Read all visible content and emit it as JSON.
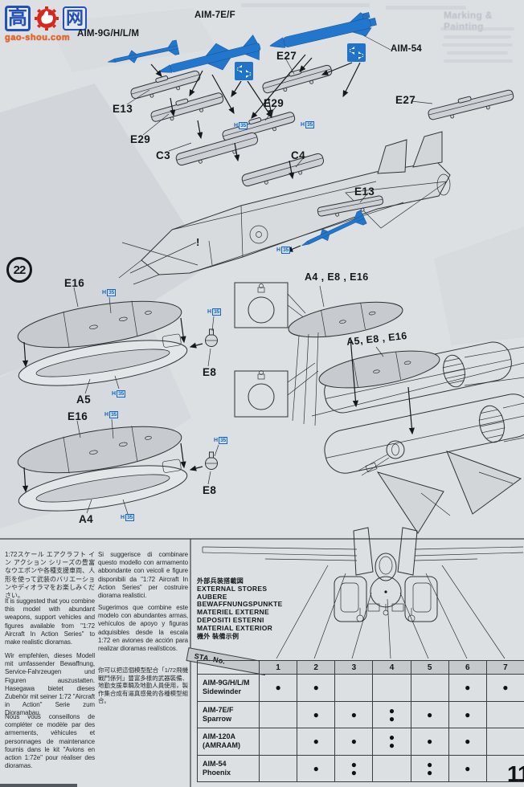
{
  "page": {
    "number": "11"
  },
  "watermark": {
    "char1": "高",
    "char2": "网",
    "site": "gao-shou.com"
  },
  "ghost": {
    "title": "Marking & Painting"
  },
  "paint": {
    "h": "H",
    "code": "35"
  },
  "step": {
    "number": "22"
  },
  "marks": {
    "exclamation": "!"
  },
  "missiles": {
    "aim9": "AIM-9G/H/L/M",
    "aim7": "AIM-7E/F",
    "aim54": "AIM-54"
  },
  "parts": {
    "e13a": "E13",
    "e27a": "E27",
    "e27b": "E27",
    "e29a": "E29",
    "e29b": "E29",
    "c3": "C3",
    "c4": "C4",
    "e13b": "E13",
    "e16a": "E16",
    "a5": "A5",
    "e8a": "E8",
    "e16b": "E16",
    "a4": "A4",
    "e8b": "E8",
    "combo_a4": "A4 , E8 , E16",
    "combo_a5": "A5, E8 , E16"
  },
  "notes": {
    "jp": "1:72スケール エアクラフト イン アクション シリーズの豊富なウエポンや各種支援車両、人形を使って武装のバリエーションやディオラマをお楽しみください。",
    "en": "It is suggested that you combine this model with abundant weapons, support vehicles and figures available from \"1:72 Aircraft In Action Series\" to make realistic dioramas.",
    "de": "Wir empfehlen, dieses Modell mit umfassender Bewaffnung, Service-Fahrzeugen und Figuren auszustatten. Hasegawa bietet dieses Zubehör mit seiner 1:72 \"Aircraft in Action\" Serie zum Dioramabau.",
    "fr": "Nous vous conseillons de compléter ce modèle par des armements, véhicules et personnages de maintenance fournis dans le kit \"Avions en action 1:72e\" pour réaliser des dioramas.",
    "it": "Si suggerisce di combinare questo modello con armamento abbondante con veicoli e figure disponibili da \"1:72 Aircraft In Action Series\" per costruire diorama realistici.",
    "es": "Sugerimos que combine este modelo con abundantes armas, vehículos de apoyo y figuras adquisibles desde la escala 1:72 en aviones de acción para realizar dioramas realísticos.",
    "zh": "你可以把這個模型配合「1/72飛機戰鬥係列」豐富多樣的武器裝備、地勤支援車輛及地勤人員使用，製作集合成有逼真感覺的各種模型組合。"
  },
  "stores_header": {
    "jp": "外部兵装搭載図",
    "en": "EXTERNAL STORES",
    "de1": "AUBERE",
    "de2": "BEWAFFNUNGSPUNKTE",
    "fr": "MATERIEL EXTERNE",
    "it": "DEPOSITI ESTERNI",
    "es": "MATERIAL EXTERIOR",
    "zh": "機外 裝備示例"
  },
  "table": {
    "corner": "STA. No.",
    "columns": [
      "1",
      "2",
      "3",
      "4",
      "5",
      "6",
      "7"
    ],
    "rows": [
      {
        "name1": "AIM-9G/H/L/M",
        "name2": "Sidewinder",
        "cells": [
          "●",
          "●",
          "",
          "",
          "",
          "●",
          "●"
        ]
      },
      {
        "name1": "AIM-7E/F",
        "name2": "Sparrow",
        "cells": [
          "",
          "●",
          "●",
          "●\n●",
          "●",
          "●",
          ""
        ]
      },
      {
        "name1": "AIM-120A",
        "name2": "(AMRAAM)",
        "cells": [
          "",
          "●",
          "●",
          "●\n●",
          "●",
          "●",
          ""
        ]
      },
      {
        "name1": "AIM-54",
        "name2": "Phoenix",
        "cells": [
          "",
          "●",
          "●\n●",
          "",
          "●\n●",
          "●",
          ""
        ]
      }
    ]
  }
}
